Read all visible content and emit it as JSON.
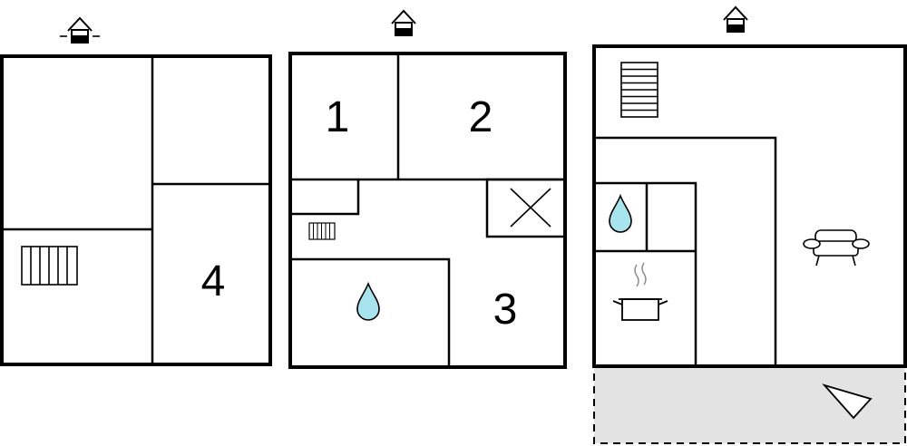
{
  "floors": [
    {
      "id": "left",
      "rooms": [
        {
          "label": "4"
        }
      ]
    },
    {
      "id": "middle",
      "rooms": [
        {
          "label": "1"
        },
        {
          "label": "2"
        },
        {
          "label": "3"
        }
      ]
    },
    {
      "id": "right",
      "rooms": []
    }
  ],
  "colors": {
    "wall": "#000000",
    "water": "#a8e4ee",
    "terrace": "#e3e3e3"
  },
  "icons": [
    "entrance-icon",
    "heater-icon",
    "water-drop-icon",
    "cross-icon",
    "stairs-icon",
    "sofa-icon",
    "cooking-pot-icon",
    "terrace-view-icon"
  ]
}
